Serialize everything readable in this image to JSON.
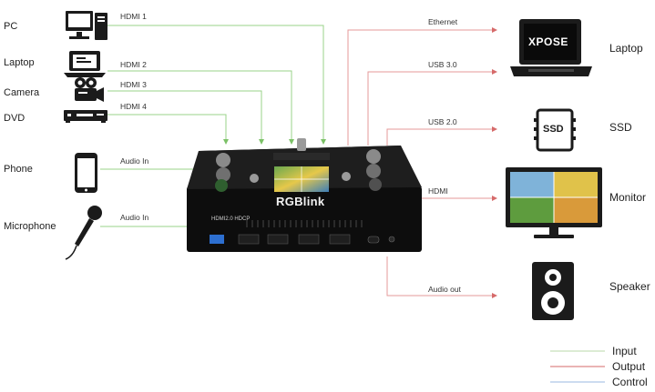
{
  "colors": {
    "input": "#8fcf7a",
    "output": "#e08a8a",
    "control": "#9ab8e0"
  },
  "sources": {
    "pc": "PC",
    "laptop": "Laptop",
    "camera": "Camera",
    "dvd": "DVD",
    "phone": "Phone",
    "microphone": "Microphone"
  },
  "input_links": {
    "hdmi1": "HDMI 1",
    "hdmi2": "HDMI 2",
    "hdmi3": "HDMI 3",
    "hdmi4": "HDMI 4",
    "audio_in_1": "Audio In",
    "audio_in_2": "Audio In"
  },
  "output_links": {
    "ethernet": "Ethernet",
    "usb3": "USB 3.0",
    "usb2": "USB 2.0",
    "hdmi": "HDMI",
    "audio_out": "Audio out"
  },
  "destinations": {
    "laptop": "Laptop",
    "ssd": "SSD",
    "monitor": "Monitor",
    "speaker": "Speaker"
  },
  "device": {
    "brand": "RGBlink",
    "port_strip": "HDMI2.0 HDCP",
    "ssd_icon": "SSD",
    "laptop_screen": "XPOSE"
  },
  "legend": {
    "input": "Input",
    "output": "Output",
    "control": "Control"
  },
  "icons": {
    "pc": "desktop-pc-icon",
    "laptop": "laptop-icon",
    "camera": "video-camera-icon",
    "dvd": "dvd-player-icon",
    "phone": "smartphone-icon",
    "microphone": "microphone-icon",
    "ssd": "ssd-drive-icon",
    "monitor": "monitor-icon",
    "speaker": "speaker-icon"
  }
}
